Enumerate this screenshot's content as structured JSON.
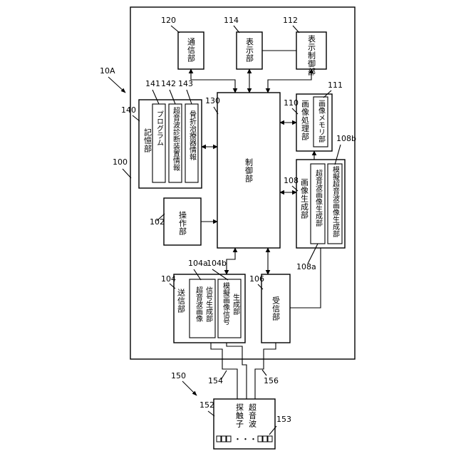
{
  "refs": {
    "r10a": "10A",
    "r100": "100",
    "r102": "102",
    "r104": "104",
    "r104a": "104a",
    "r104b": "104b",
    "r106": "106",
    "r108": "108",
    "r108a": "108a",
    "r108b": "108b",
    "r110": "110",
    "r111": "111",
    "r112": "112",
    "r114": "114",
    "r120": "120",
    "r130": "130",
    "r140": "140",
    "r141": "141",
    "r142": "142",
    "r143": "143",
    "r150": "150",
    "r152": "152",
    "r153": "153",
    "r154": "154",
    "r156": "156"
  },
  "labels": {
    "communication": "通信部",
    "display": "表示部",
    "display_control": "表示制御部",
    "image_processing": "画像処理部",
    "image_memory": "画像メモリ部",
    "control": "制御部",
    "storage": "記憶部",
    "program": "プログラム",
    "ultrasound_diag_info": "超音波診断装置情報",
    "bone_analysis_info": "骨折治療器情報",
    "operation": "操作部",
    "image_generation": "画像生成部",
    "ultrasound_image_gen": "超音波画像生成部",
    "simulated_ultrasound_image_gen": "模擬超音波画像生成部",
    "transmission": "送信部",
    "ultrasound_signal_gen_1": "超音波画像",
    "ultrasound_signal_gen_2": "信号生成部",
    "simulated_signal_gen_1": "模擬画像信号",
    "simulated_signal_gen_2": "生成部",
    "reception": "受信部",
    "probe_1": "超音波",
    "probe_2": "探触子",
    "ellipsis": "・・・"
  }
}
